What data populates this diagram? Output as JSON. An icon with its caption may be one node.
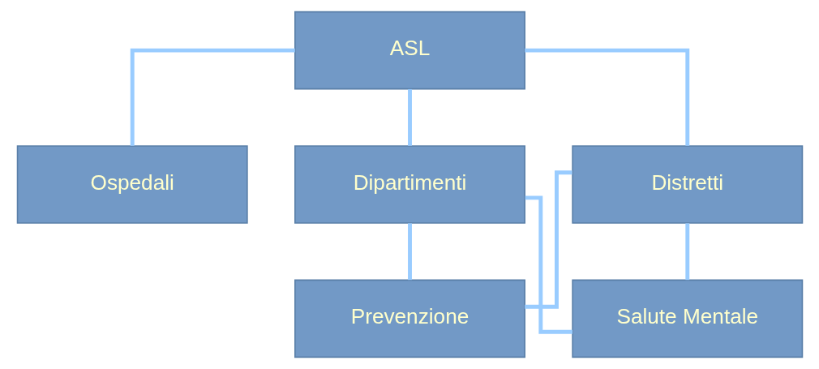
{
  "diagram": {
    "nodes": [
      {
        "text": [
          "ASL"
        ]
      },
      {
        "text": [
          "Ospedali"
        ]
      },
      {
        "text": [
          "Distretti"
        ]
      },
      {
        "text": [
          "Dipartimenti"
        ]
      },
      {
        "text": [
          "Prevenzione"
        ]
      },
      {
        "text": [
          "Salute Mentale"
        ]
      }
    ],
    "edges": [
      {
        "from": 0,
        "to": 1,
        "arrow": "none"
      },
      {
        "from": 0,
        "to": 2,
        "arrow": "none"
      },
      {
        "from": 0,
        "to": 3,
        "arrow": "none"
      },
      {
        "from": 2,
        "to": 4,
        "arrow": "none"
      },
      {
        "from": 2,
        "to": 5,
        "arrow": "none"
      },
      {
        "from": 3,
        "to": 4,
        "arrow": "none"
      },
      {
        "from": 3,
        "to": 5,
        "arrow": "none"
      }
    ]
  }
}
